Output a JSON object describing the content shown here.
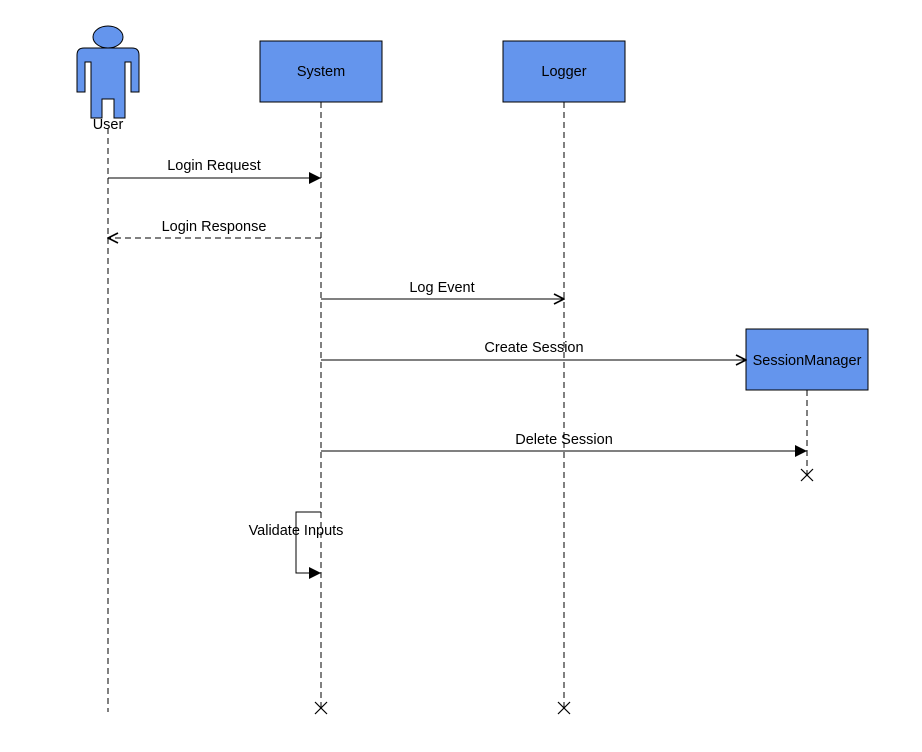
{
  "diagram": {
    "type": "sequence",
    "colors": {
      "box_fill": "#6495ED",
      "stroke": "#000000",
      "background": "#FFFFFF"
    },
    "participants": {
      "user": {
        "label": "User",
        "kind": "actor"
      },
      "system": {
        "label": "System",
        "kind": "box"
      },
      "logger": {
        "label": "Logger",
        "kind": "box"
      },
      "session_manager": {
        "label": "SessionManager",
        "kind": "box",
        "created_by_message": "Create Session"
      }
    },
    "messages": {
      "login_request": {
        "label": "Login Request",
        "from": "User",
        "to": "System",
        "style": "sync"
      },
      "login_response": {
        "label": "Login Response",
        "from": "System",
        "to": "User",
        "style": "return"
      },
      "log_event": {
        "label": "Log Event",
        "from": "System",
        "to": "Logger",
        "style": "async"
      },
      "create_session": {
        "label": "Create Session",
        "from": "System",
        "to": "SessionManager",
        "style": "create"
      },
      "delete_session": {
        "label": "Delete Session",
        "from": "System",
        "to": "SessionManager",
        "style": "sync"
      },
      "validate_inputs": {
        "label": "Validate Inputs",
        "from": "System",
        "to": "System",
        "style": "self"
      }
    },
    "destruction_markers": [
      "System",
      "Logger",
      "SessionManager"
    ]
  }
}
